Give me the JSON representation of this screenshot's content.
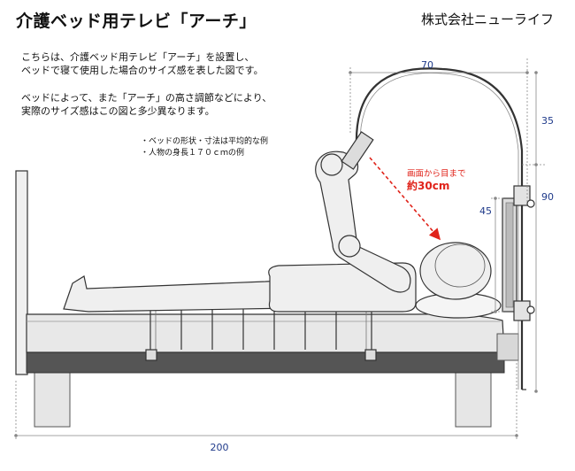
{
  "header": {
    "title": "介護ベッド用テレビ「アーチ」",
    "company": "株式会社ニューライフ"
  },
  "intro": {
    "line1": "こちらは、介護ベッド用テレビ「アーチ」を設置し、",
    "line2": "ベッドで寝て使用した場合のサイズ感を表した図です。",
    "line3": "ベッドによって、また「アーチ」の高さ調節などにより、",
    "line4": "実際のサイズ感はこの図と多少異なります。"
  },
  "notes": [
    "・ベッドの形状・寸法は平均的な例",
    "・人物の身長１７０ｃｍの例"
  ],
  "dimensions": {
    "arch_width": "70",
    "arch_top_height": "35",
    "stand_height": "90",
    "screen_height": "45",
    "bed_length": "200"
  },
  "viewing_distance": {
    "label": "画面から目まで",
    "value": "約30cm",
    "color": "#e0231a"
  },
  "colors": {
    "dimension_text": "#1f3a8a",
    "annotation": "#e0231a",
    "mattress_base": "#555555"
  }
}
